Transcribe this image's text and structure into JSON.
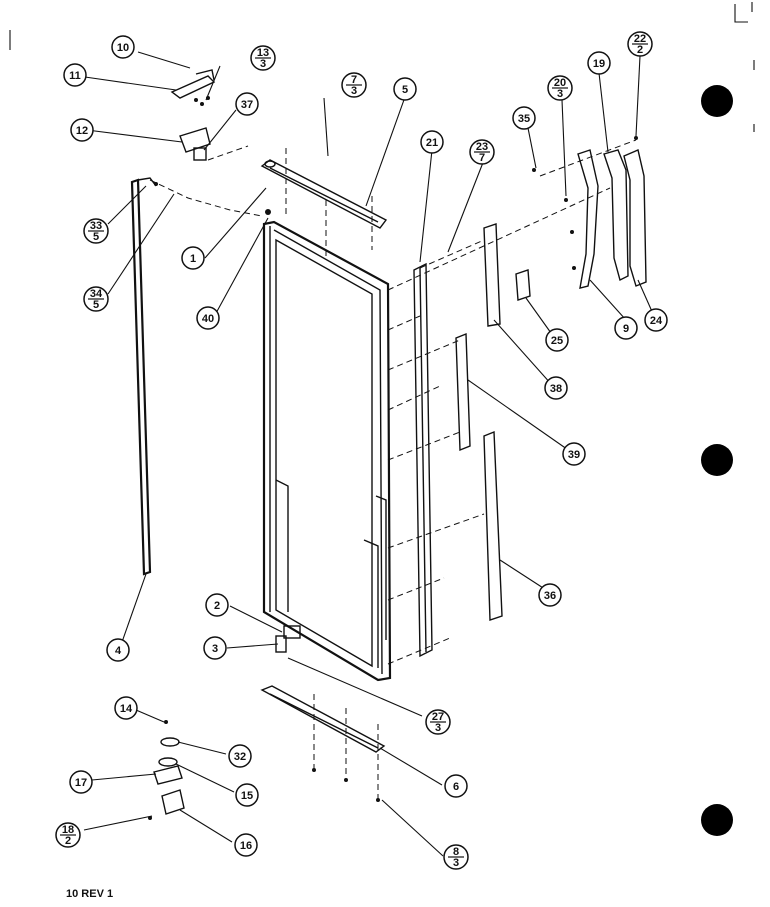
{
  "footer": {
    "label": "10 REV 1"
  },
  "callouts": [
    {
      "id": "c10",
      "top": "10"
    },
    {
      "id": "c11",
      "top": "11"
    },
    {
      "id": "c13",
      "top": "13",
      "bottom": "3"
    },
    {
      "id": "c37",
      "top": "37"
    },
    {
      "id": "c12",
      "top": "12"
    },
    {
      "id": "c7",
      "top": "7",
      "bottom": "3"
    },
    {
      "id": "c5",
      "top": "5"
    },
    {
      "id": "c21",
      "top": "21"
    },
    {
      "id": "c23",
      "top": "23",
      "bottom": "7"
    },
    {
      "id": "c35",
      "top": "35"
    },
    {
      "id": "c20",
      "top": "20",
      "bottom": "3"
    },
    {
      "id": "c19",
      "top": "19"
    },
    {
      "id": "c22",
      "top": "22",
      "bottom": "2"
    },
    {
      "id": "c33",
      "top": "33",
      "bottom": "5"
    },
    {
      "id": "c1",
      "top": "1"
    },
    {
      "id": "c34",
      "top": "34",
      "bottom": "5"
    },
    {
      "id": "c40",
      "top": "40"
    },
    {
      "id": "c9",
      "top": "9"
    },
    {
      "id": "c24",
      "top": "24"
    },
    {
      "id": "c25",
      "top": "25"
    },
    {
      "id": "c38",
      "top": "38"
    },
    {
      "id": "c39",
      "top": "39"
    },
    {
      "id": "c36",
      "top": "36"
    },
    {
      "id": "c4",
      "top": "4"
    },
    {
      "id": "c2",
      "top": "2"
    },
    {
      "id": "c3",
      "top": "3"
    },
    {
      "id": "c27",
      "top": "27",
      "bottom": "3"
    },
    {
      "id": "c14",
      "top": "14"
    },
    {
      "id": "c32",
      "top": "32"
    },
    {
      "id": "c17",
      "top": "17"
    },
    {
      "id": "c15",
      "top": "15"
    },
    {
      "id": "c6",
      "top": "6"
    },
    {
      "id": "c18",
      "top": "18",
      "bottom": "2"
    },
    {
      "id": "c16",
      "top": "16"
    },
    {
      "id": "c8",
      "top": "8",
      "bottom": "3"
    }
  ]
}
